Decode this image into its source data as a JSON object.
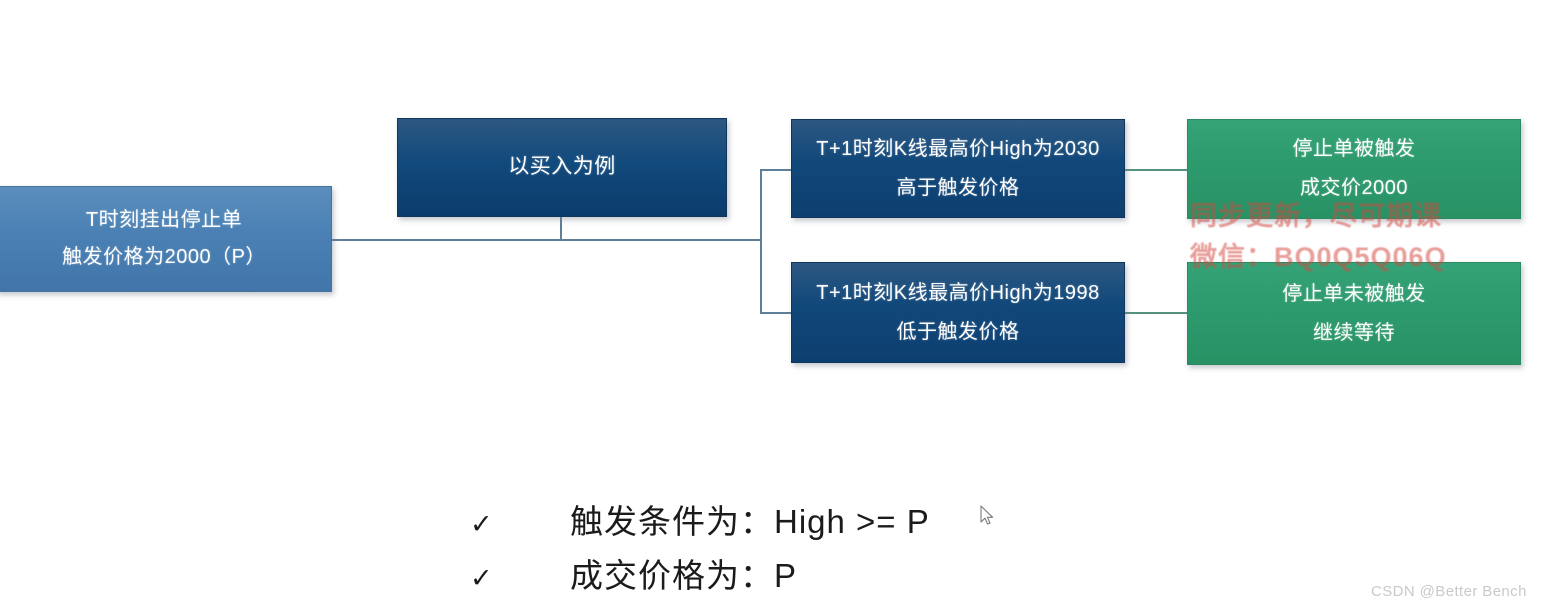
{
  "diagram": {
    "nodes": [
      {
        "id": "node-start",
        "name": "stop-order-placed-box",
        "lines": [
          "T时刻挂出停止单",
          "触发价格为2000（P）"
        ],
        "color": "#4a80b4"
      },
      {
        "id": "node-example",
        "name": "buy-example-box",
        "lines": [
          "以买入为例"
        ],
        "color": "#114a7c"
      },
      {
        "id": "node-high-above",
        "name": "high-above-trigger-box",
        "lines": [
          "T+1时刻K线最高价High为2030",
          "高于触发价格"
        ],
        "color": "#11487a"
      },
      {
        "id": "node-high-below",
        "name": "high-below-trigger-box",
        "lines": [
          "T+1时刻K线最高价High为1998",
          "低于触发价格"
        ],
        "color": "#11487a"
      },
      {
        "id": "node-triggered",
        "name": "order-triggered-box",
        "lines": [
          "停止单被触发",
          "成交价2000"
        ],
        "color": "#2d9a6d"
      },
      {
        "id": "node-not-triggered",
        "name": "order-not-triggered-box",
        "lines": [
          "停止单未被触发",
          "继续等待"
        ],
        "color": "#2d9a6d"
      }
    ],
    "connector_color": "#5f7f99",
    "connector_color_green": "#56917f"
  },
  "bullets": [
    {
      "marker": "✓",
      "text": "触发条件为：High >= P"
    },
    {
      "marker": "✓",
      "text": "成交价格为：P"
    }
  ],
  "watermarks": {
    "red_line1": "同步更新，尽可期课",
    "red_line2": "微信：BQ0Q5Q06Q",
    "csdn": "CSDN @Better Bench"
  }
}
